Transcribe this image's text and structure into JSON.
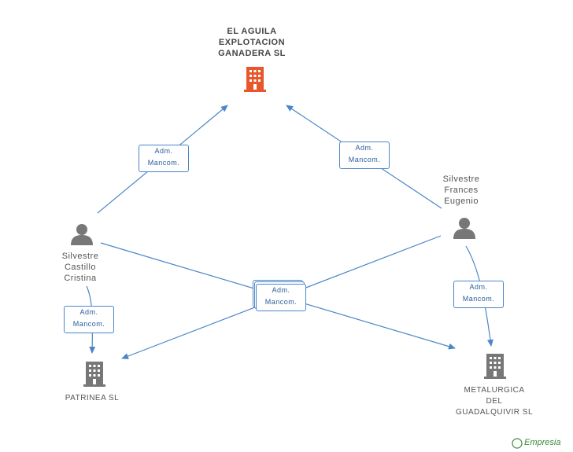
{
  "nodes": {
    "aguila": {
      "name_lines": [
        "EL AGUILA",
        "EXPLOTACION",
        "GANADERA SL"
      ],
      "icon": "building-icon",
      "color": "#e8572b"
    },
    "patrinea": {
      "name": "PATRINEA SL",
      "icon": "building-icon",
      "color": "#777777"
    },
    "metalurgica": {
      "name_lines": [
        "METALURGICA",
        "DEL",
        "GUADALQUIVIR SL"
      ],
      "icon": "building-icon",
      "color": "#777777"
    },
    "castillo": {
      "name_lines": [
        "Silvestre",
        "Castillo",
        "Cristina"
      ],
      "icon": "person-icon",
      "color": "#777777"
    },
    "frances": {
      "name_lines": [
        "Silvestre",
        "Frances",
        "Eugenio"
      ],
      "icon": "person-icon",
      "color": "#777777"
    }
  },
  "edge_label": {
    "line1": "Adm.",
    "line2": "Mancom."
  },
  "colors": {
    "edge": "#4a86c8"
  },
  "footer": {
    "copyright": "©",
    "brand": "Empresia"
  }
}
